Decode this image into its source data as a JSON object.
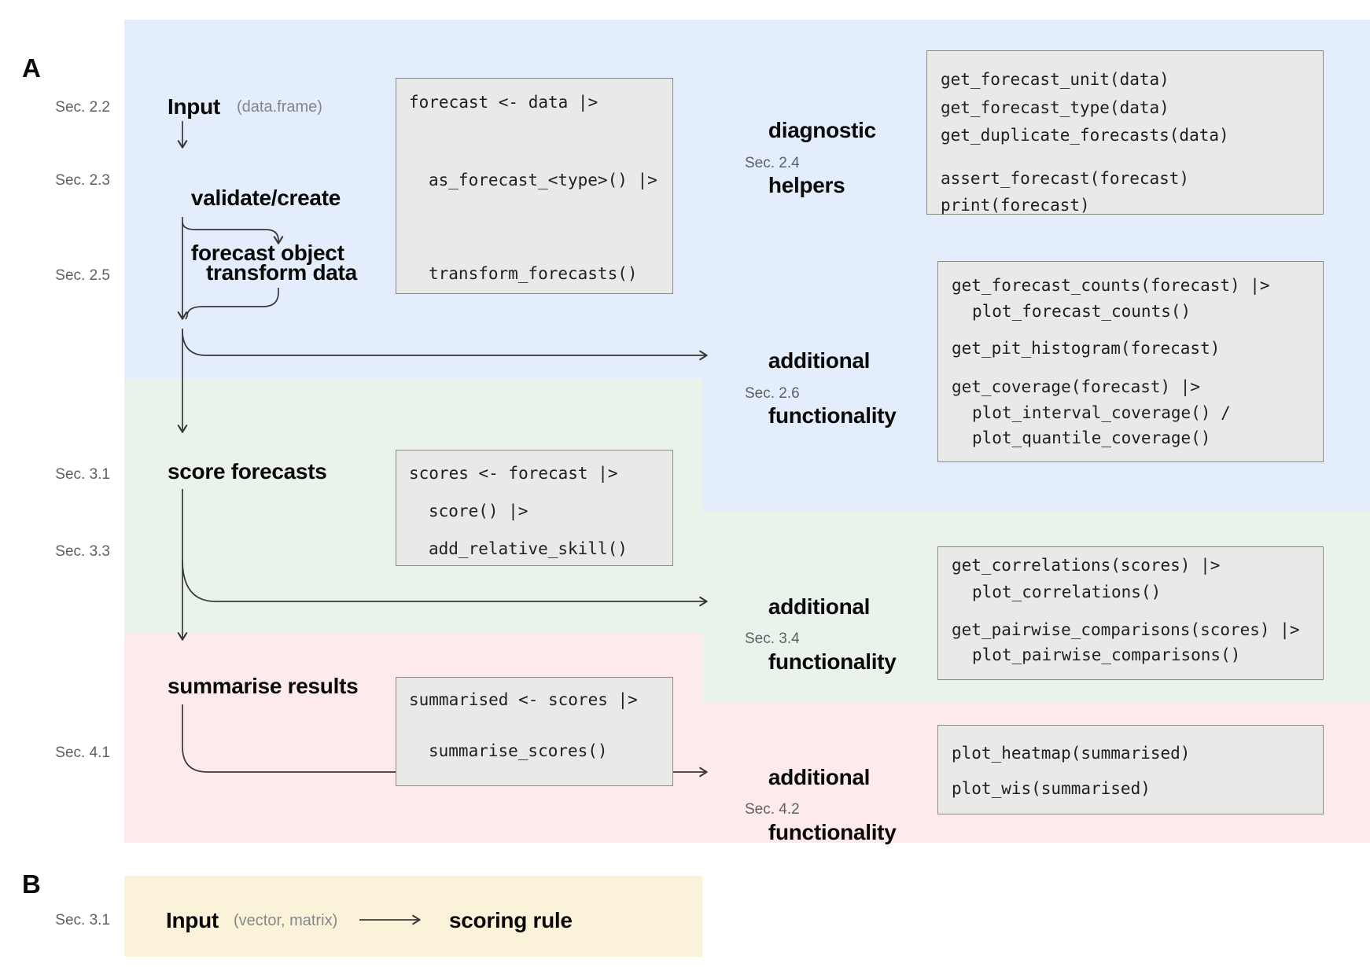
{
  "colors": {
    "region_blue": "#e4edfb",
    "region_green": "#e9f3eb",
    "region_pink": "#fdeaea",
    "region_yellow": "#faf3d9",
    "code_box_bg": "#e9e9e7",
    "code_box_border": "#898987",
    "arrow": "#383838"
  },
  "panel_a": {
    "label": "A",
    "sec_labels": {
      "s22": "Sec. 2.2",
      "s23": "Sec. 2.3",
      "s25": "Sec. 2.5",
      "s31": "Sec. 3.1",
      "s33": "Sec. 3.3",
      "s41": "Sec. 4.1"
    },
    "steps": {
      "input_title": "Input",
      "input_note": "(data.frame)",
      "validate_line1": "validate/create",
      "validate_line2": "forecast object",
      "transform": "transform data",
      "score": "score forecasts",
      "summarise": "summarise results"
    },
    "right_headings": {
      "diagnostic_line1": "diagnostic",
      "diagnostic_line2": "helpers",
      "diagnostic_sec": "Sec. 2.4",
      "additional_line1": "additional",
      "additional_line2": "functionality",
      "additional1_sec": "Sec. 2.6",
      "additional2_sec": "Sec. 3.4",
      "additional3_sec": "Sec. 4.2"
    },
    "code_boxes": {
      "validate_pipeline": {
        "lines": [
          "forecast <- data |>",
          "as_forecast_<type>() |>",
          "transform_forecasts()"
        ]
      },
      "score_pipeline": {
        "lines": [
          "scores <- forecast |>",
          "score() |>",
          "add_relative_skill()"
        ]
      },
      "summarise_pipeline": {
        "lines": [
          "summarised <- scores |>",
          "summarise_scores()"
        ]
      },
      "diagnostic_helpers": {
        "lines": [
          "get_forecast_unit(data)",
          "get_forecast_type(data)",
          "get_duplicate_forecasts(data)",
          "assert_forecast(forecast)",
          "print(forecast)"
        ]
      },
      "additional_functionality_1": {
        "lines": [
          "get_forecast_counts(forecast) |>",
          "plot_forecast_counts()",
          "get_pit_histogram(forecast)",
          "get_coverage(forecast) |>",
          "plot_interval_coverage() /",
          "plot_quantile_coverage()"
        ]
      },
      "additional_functionality_2": {
        "lines": [
          "get_correlations(scores) |>",
          "plot_correlations()",
          "get_pairwise_comparisons(scores) |>",
          "plot_pairwise_comparisons()"
        ]
      },
      "additional_functionality_3": {
        "lines": [
          "plot_heatmap(summarised)",
          "plot_wis(summarised)"
        ]
      }
    }
  },
  "panel_b": {
    "label": "B",
    "sec_label": "Sec. 3.1",
    "input_title": "Input",
    "input_note": "(vector, matrix)",
    "scoring_rule": "scoring rule"
  }
}
